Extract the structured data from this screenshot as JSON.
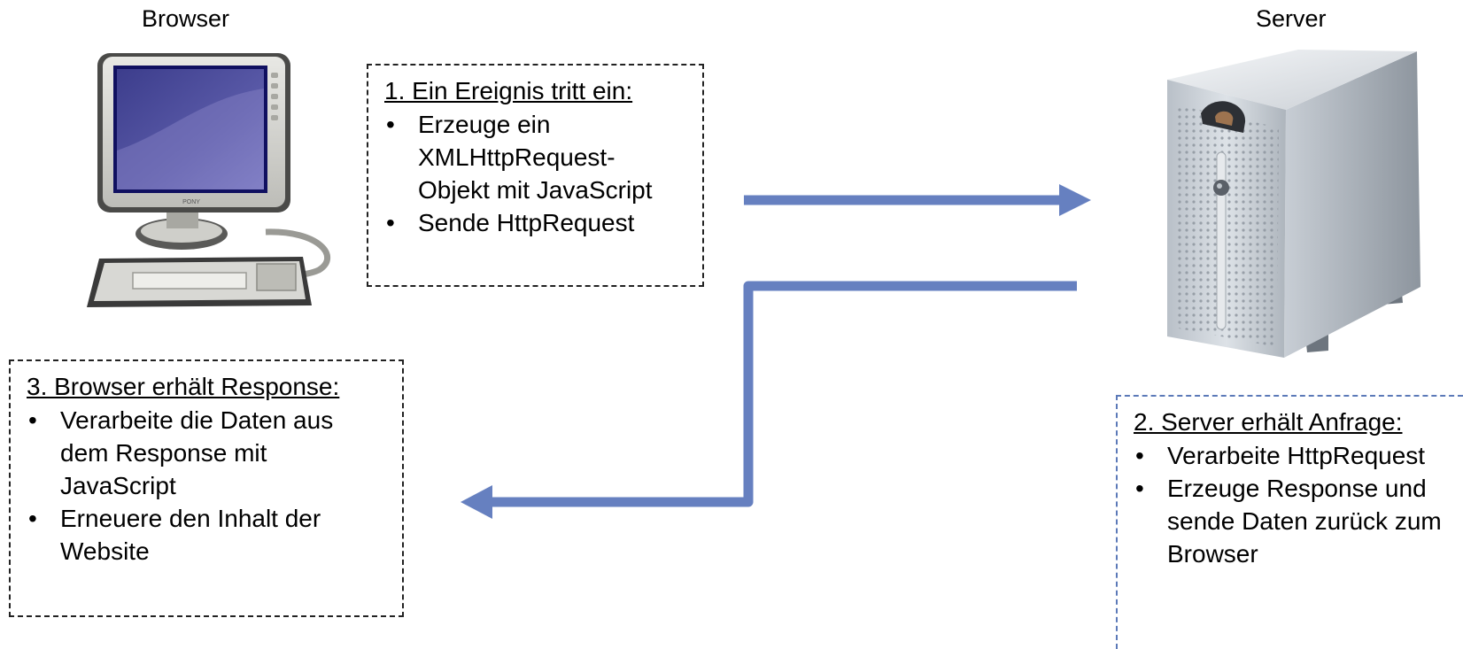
{
  "labels": {
    "browser": "Browser",
    "server": "Server"
  },
  "computer": {
    "brand": "PONY"
  },
  "steps": [
    {
      "title": "1. Ein Ereignis tritt ein:",
      "items": [
        "Erzeuge ein XMLHttpRequest-Objekt mit JavaScript",
        "Sende HttpRequest"
      ]
    },
    {
      "title": "2. Server erhält Anfrage:",
      "items": [
        "Verarbeite HttpRequest",
        "Erzeuge Response und sende Daten zurück zum Browser"
      ]
    },
    {
      "title": "3. Browser erhält Response:",
      "items": [
        "Verarbeite die Daten aus dem Response mit JavaScript",
        "Erneuere den Inhalt der Website"
      ]
    }
  ],
  "colors": {
    "arrow": "#6680c0",
    "box_border": "#222222",
    "server_box_border": "#5b79b8"
  }
}
